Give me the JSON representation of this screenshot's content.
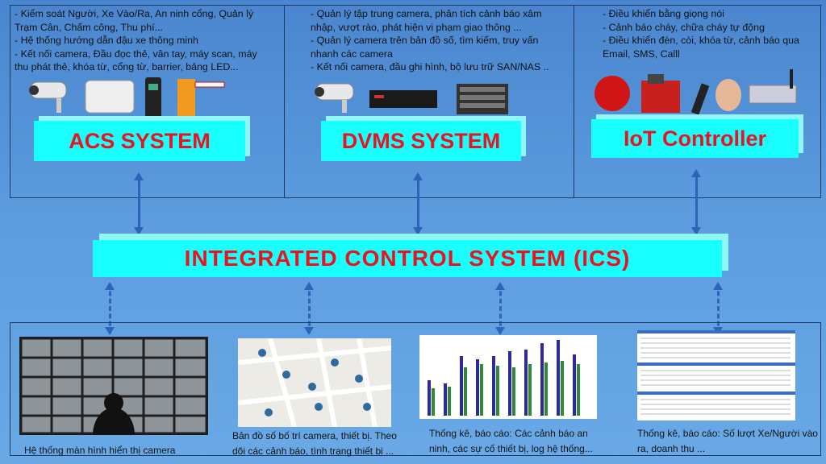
{
  "acs": {
    "description": "- Kiểm soát Người, Xe Vào/Ra, An ninh cổng, Quản lý Trạm Cân, Chấm công, Thu phí...\n- Hệ thống hướng dẫn đậu xe thông minh\n- Kết nối camera, Đầu đọc thẻ, vân tay, máy scan, máy thu phát thẻ, khóa từ, cổng từ, barrier, bảng LED...",
    "title": "ACS SYSTEM"
  },
  "dvms": {
    "description": "- Quản lý tập trung camera, phân tích cảnh báo xâm nhập, vượt rào, phát hiện vi phạm giao thông ...\n- Quản lý camera trên bản đồ số, tìm kiếm, truy vấn nhanh các camera\n- Kết nối camera, đầu ghi hình, bộ lưu trữ SAN/NAS ..",
    "title": "DVMS SYSTEM"
  },
  "iot": {
    "description": "- Điều khiển bằng giọng nói\n- Cảnh báo cháy, chữa cháy tự động\n- Điều khiển đèn, còi, khóa từ, cảnh báo qua Email, SMS, Calll",
    "title": "IoT Controller"
  },
  "ics": {
    "title": "INTEGRATED CONTROL SYSTEM (ICS)"
  },
  "outputs": [
    {
      "caption": "Hệ thống màn hình hiển thị camera"
    },
    {
      "caption": "Bản đồ số bố trí camera, thiết bị. Theo dõi các cảnh báo, tình trạng thiết bị ..."
    },
    {
      "caption": "Thống kê, báo cáo: Các cảnh báo an ninh, các sự cố thiết bị, log hệ thống..."
    },
    {
      "caption": "Thống kê, báo cáo: Số lượt Xe/Người vào ra, doanh thu ..."
    }
  ],
  "colors": {
    "banner": "#19ffff",
    "banner_text": "#e8141e",
    "arrow": "#2e64b8"
  }
}
